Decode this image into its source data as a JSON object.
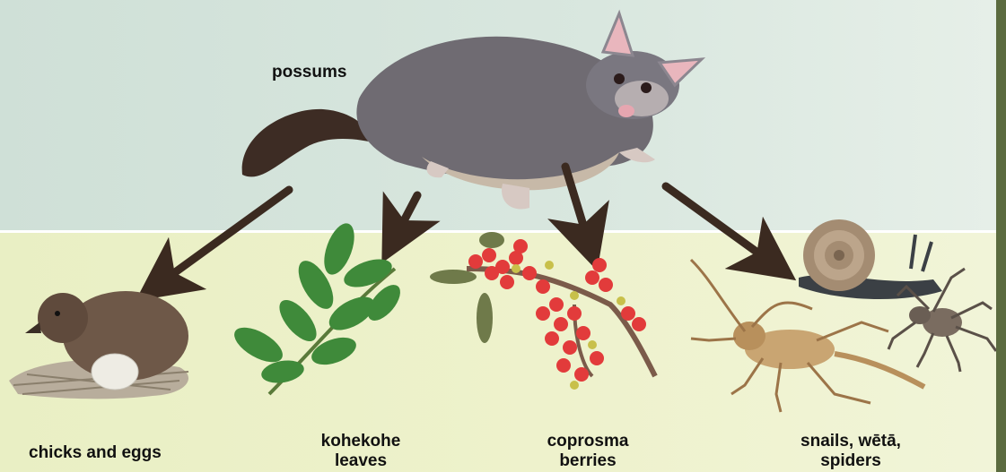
{
  "labels": {
    "possums": "possums",
    "chicks": "chicks and eggs",
    "kohekohe": "kohekohe leaves",
    "coprosma": "coprosma berries",
    "snails": "snails, wētā, spiders"
  },
  "colors": {
    "top_band": "#d9e7df",
    "bottom_band": "#eef2cc",
    "arrow": "#3b2a20",
    "sidebar": "#5b6b3f"
  },
  "icons": [
    "possum-illustration",
    "chick-nest-illustration",
    "kohekohe-leaves-illustration",
    "coprosma-berries-illustration",
    "snail-illustration",
    "weta-illustration",
    "spider-illustration"
  ]
}
